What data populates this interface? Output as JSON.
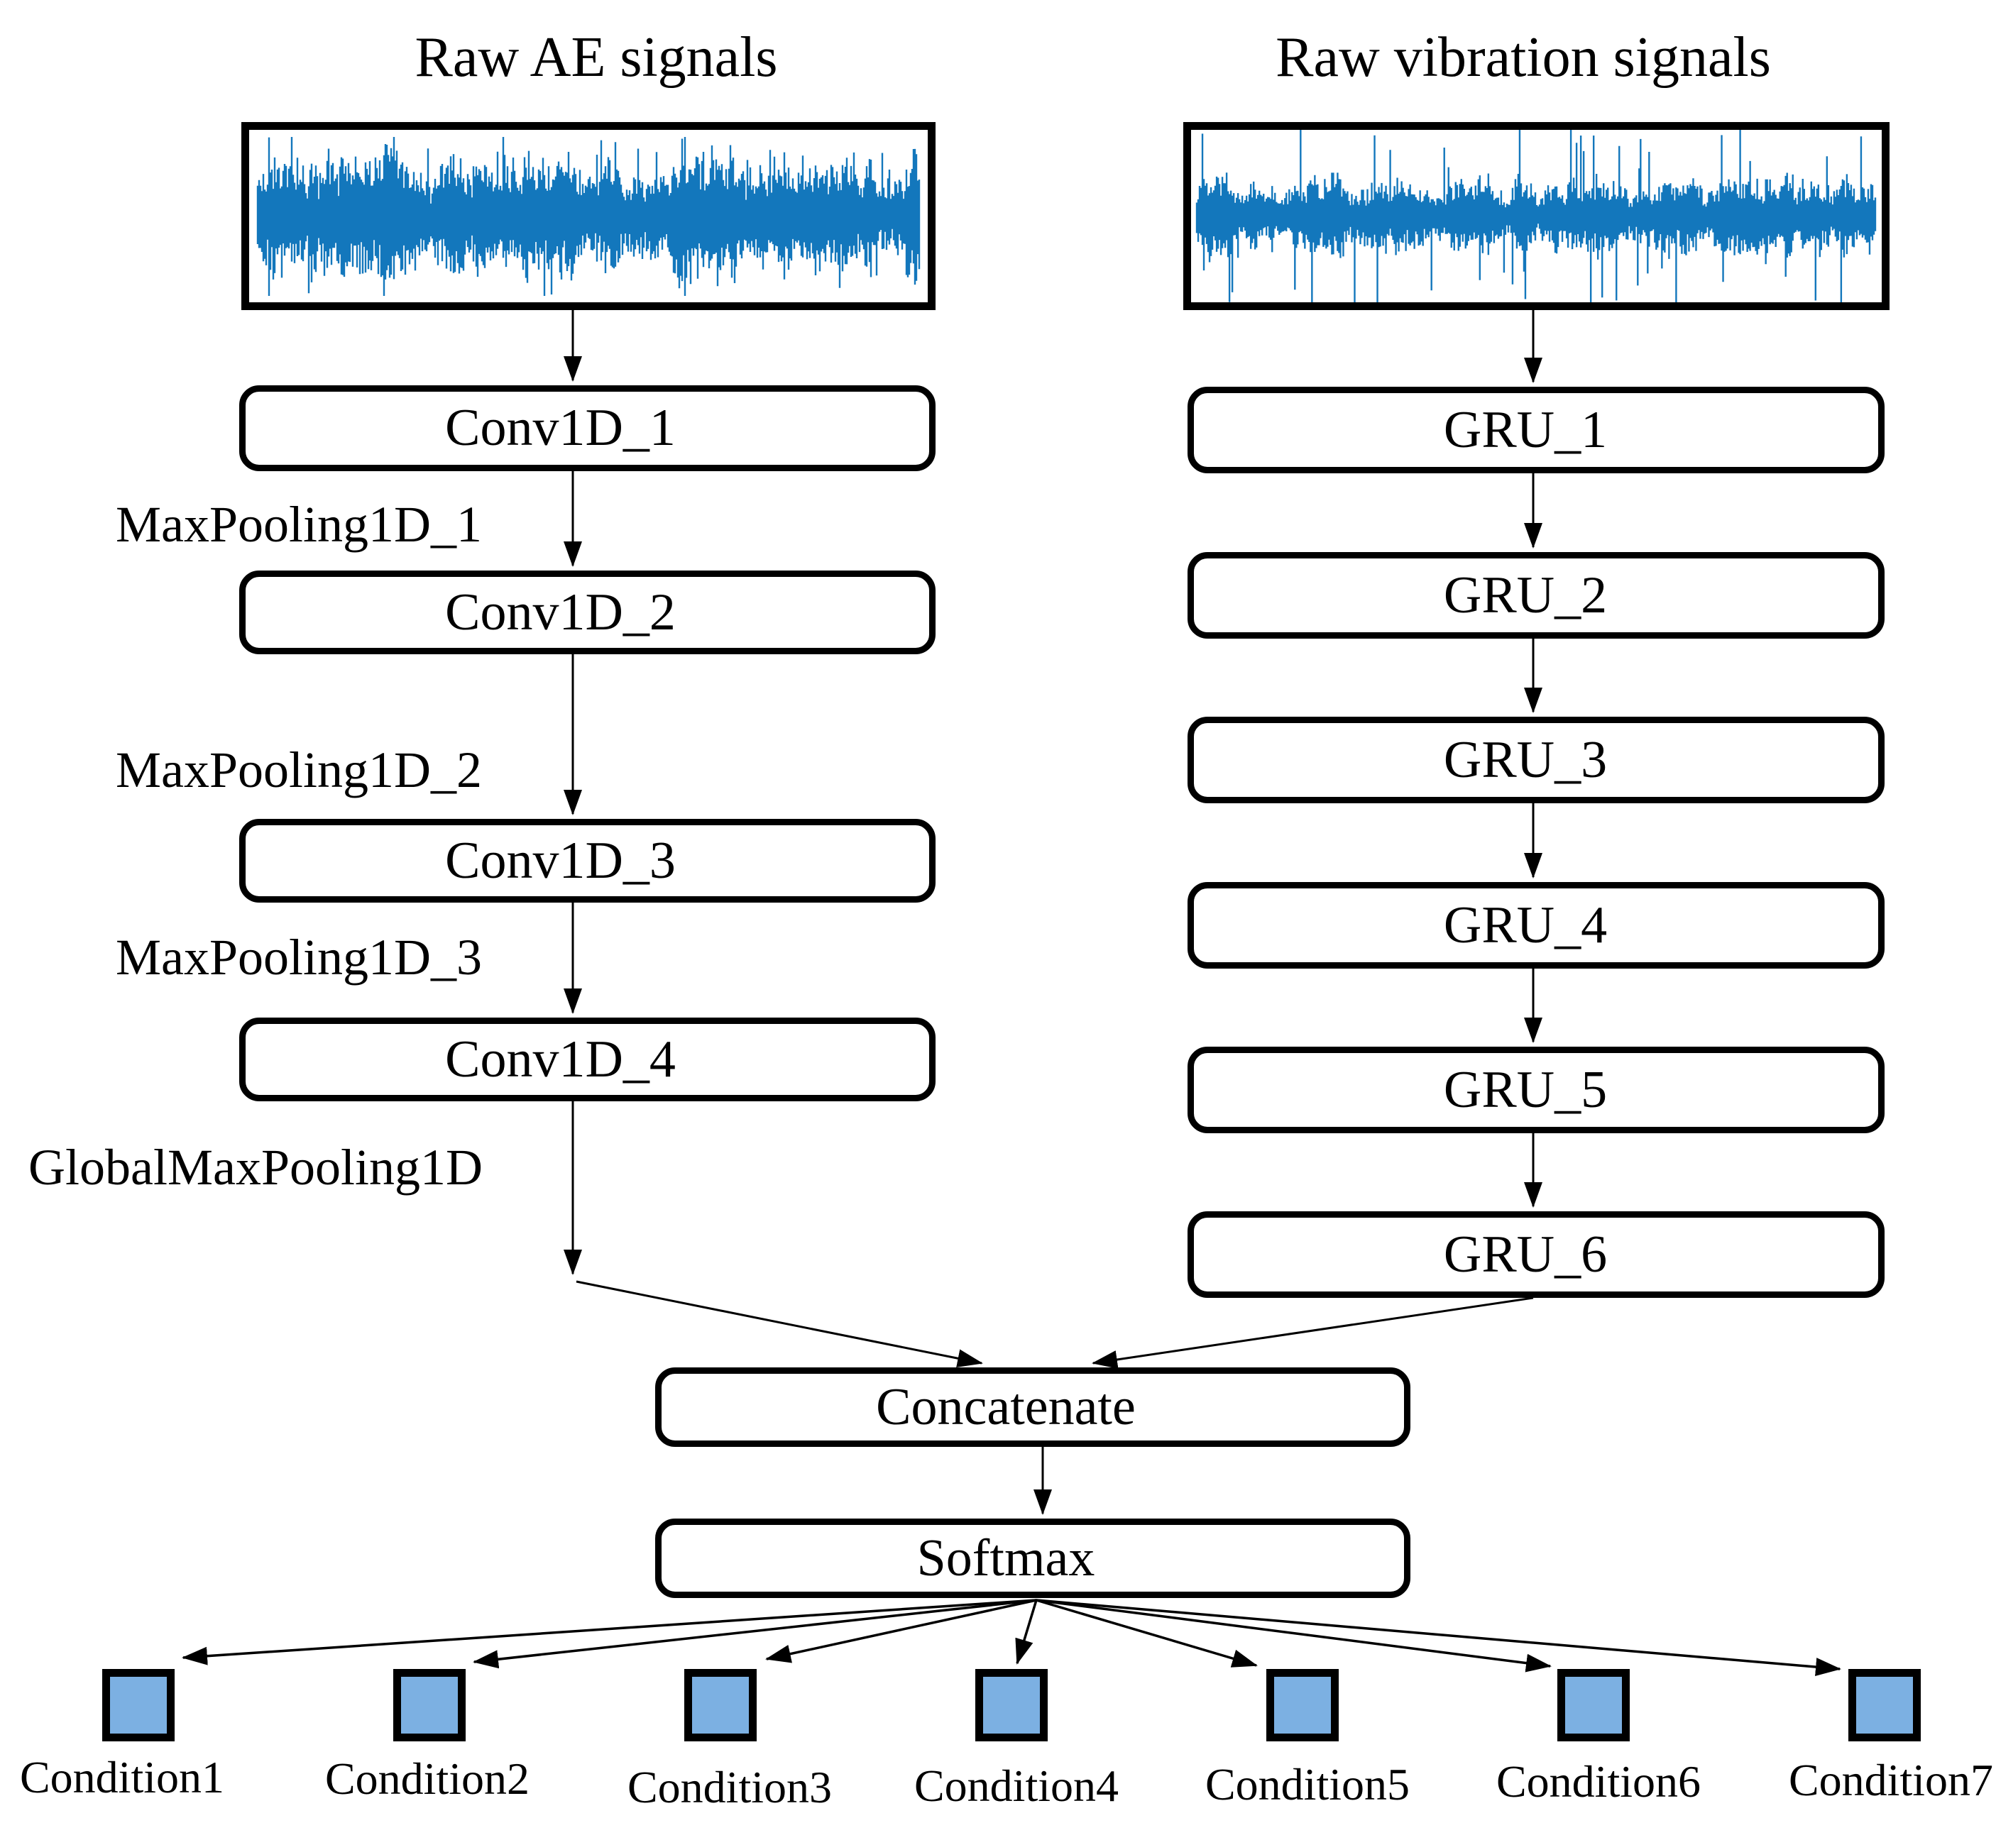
{
  "diagram": {
    "left_branch": {
      "title": "Raw AE signals",
      "layers": [
        "Conv1D_1",
        "Conv1D_2",
        "Conv1D_3",
        "Conv1D_4"
      ],
      "pooling_labels": [
        "MaxPooling1D_1",
        "MaxPooling1D_2",
        "MaxPooling1D_3",
        "GlobalMaxPooling1D"
      ]
    },
    "right_branch": {
      "title": "Raw vibration signals",
      "layers": [
        "GRU_1",
        "GRU_2",
        "GRU_3",
        "GRU_4",
        "GRU_5",
        "GRU_6"
      ]
    },
    "fusion": {
      "concatenate": "Concatenate",
      "softmax": "Softmax"
    },
    "outputs": [
      "Condition1",
      "Condition2",
      "Condition3",
      "Condition4",
      "Condition5",
      "Condition6",
      "Condition7"
    ],
    "colors": {
      "waveform_blue": "#1377bc",
      "output_node_fill": "#7cb0e2",
      "line_black": "#000000"
    }
  }
}
